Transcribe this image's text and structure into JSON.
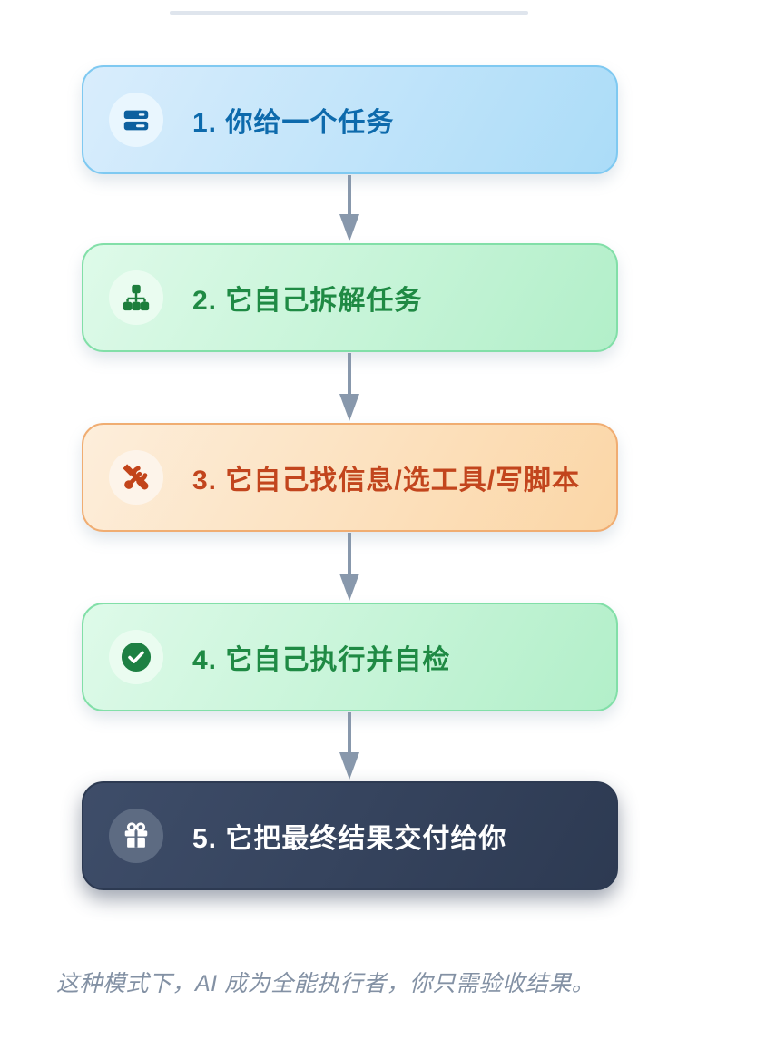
{
  "diagram": {
    "type": "vertical-flowchart",
    "steps": [
      {
        "label": "1. 你给一个任务",
        "icon": "task-card-icon",
        "accent": "#0d6aac",
        "fill": "#bfe3fa",
        "border": "#7fc9f1"
      },
      {
        "label": "2. 它自己拆解任务",
        "icon": "sitemap-icon",
        "accent": "#1f8a44",
        "fill": "#c9f5da",
        "border": "#82dfa8"
      },
      {
        "label": "3. 它自己找信息/选工具/写脚本",
        "icon": "tools-icon",
        "accent": "#c2451d",
        "fill": "#fce2c1",
        "border": "#f0ad72"
      },
      {
        "label": "4. 它自己执行并自检",
        "icon": "check-circle-icon",
        "accent": "#1f8a44",
        "fill": "#c9f5da",
        "border": "#82dfa8"
      },
      {
        "label": "5. 它把最终结果交付给你",
        "icon": "gift-icon",
        "accent": "#ffffff",
        "fill": "#33405a",
        "border": "#2d3a52"
      }
    ],
    "connector_color": "#8898ac",
    "divider_color": "#dfe5ed",
    "caption": "这种模式下，AI 成为全能执行者，你只需验收结果。"
  }
}
